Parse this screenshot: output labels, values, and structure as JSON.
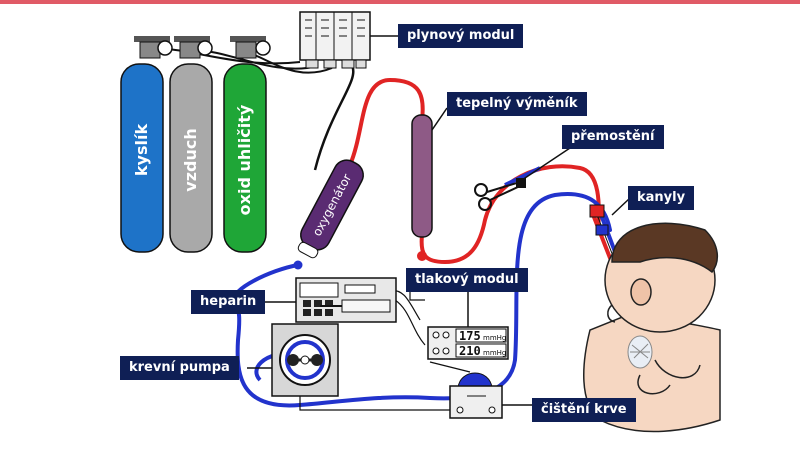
{
  "labels": {
    "gas_module": "plynový modul",
    "heat_exchanger": "tepelný výměník",
    "bypass": "přemostění",
    "cannulas": "kanyly",
    "pressure_module": "tlakový modul",
    "heparin": "heparin",
    "blood_pump": "krevní pumpa",
    "blood_cleaning": "čištění krve"
  },
  "cylinders": [
    {
      "label": "kyslík",
      "color": "#1e73c8"
    },
    {
      "label": "vzduch",
      "color": "#a9a9a9"
    },
    {
      "label": "oxid uhličitý",
      "color": "#1fa637"
    }
  ],
  "oxygenator": {
    "label": "oxygenátor",
    "color": "#5a2b72"
  },
  "pressure_display": {
    "reading_1": "175",
    "reading_2": "210",
    "unit": "mmHg"
  },
  "colors": {
    "arterial_line": "#e02424",
    "venous_line": "#2233cc",
    "label_bg": "#0f1f55",
    "accent_line": "#e05a66"
  }
}
